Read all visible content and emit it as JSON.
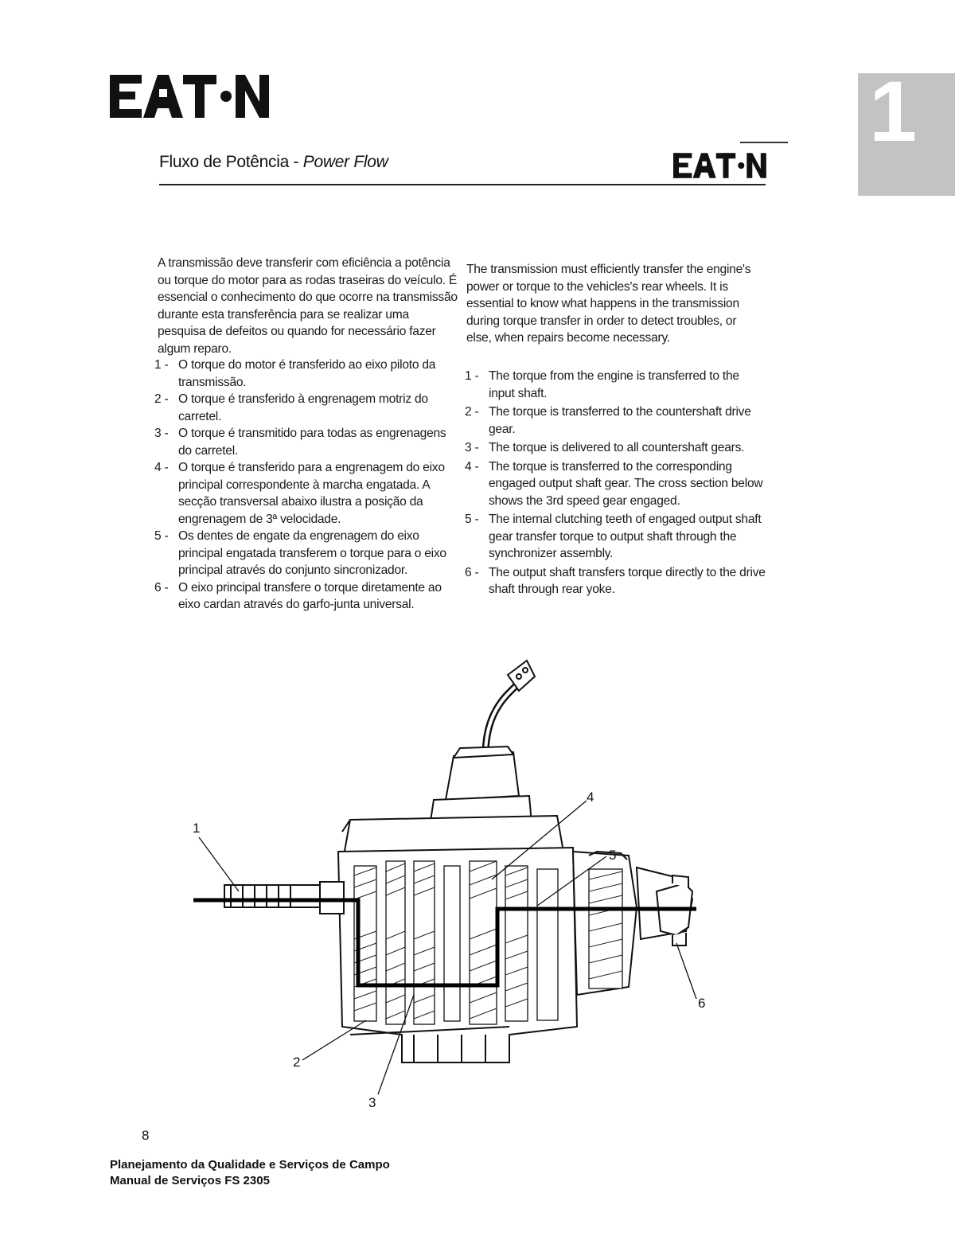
{
  "brand": {
    "logo_text": "EATON",
    "chapter_number": "1"
  },
  "header": {
    "title_pt": "Fluxo de Potência - ",
    "title_en": "Power Flow"
  },
  "intro": {
    "pt": "A transmissão deve transferir com eficiência a potência ou torque do motor para as rodas traseiras do veículo. É essencial o conhecimento do que ocorre na transmissão durante esta transferência para se realizar uma pesquisa de defeitos ou quando for necessário fazer algum reparo.",
    "en": "The transmission must efficiently transfer the engine's power or torque to the vehicles's rear wheels. It is essential to know what happens in the transmission during torque transfer in order to detect troubles, or else, when repairs become necessary."
  },
  "steps_pt": [
    {
      "num": "1 -",
      "text": "O torque do motor é transferido ao eixo piloto da transmissão."
    },
    {
      "num": "2 -",
      "text": "O torque é transferido à engrenagem motriz do carretel."
    },
    {
      "num": "3 -",
      "text": "O torque é transmitido para todas as engrenagens do carretel."
    },
    {
      "num": "4 -",
      "text": "O torque é transferido para a engrenagem do eixo principal correspondente à marcha engatada. A secção transversal abaixo ilustra a posição da engrenagem de 3ª velocidade."
    },
    {
      "num": "5 -",
      "text": "Os dentes de engate da engrenagem do eixo principal engatada transferem o torque para o eixo principal através do conjunto sincronizador."
    },
    {
      "num": "6 -",
      "text": "O eixo principal transfere o torque diretamente ao eixo cardan através do garfo-junta universal."
    }
  ],
  "steps_en": [
    {
      "num": "1 -",
      "text": "The torque from the engine is transferred to the input shaft."
    },
    {
      "num": "2 -",
      "text": "The torque is transferred to the countershaft drive gear."
    },
    {
      "num": "3 -",
      "text": "The torque is delivered to all countershaft gears."
    },
    {
      "num": "4 -",
      "text": "The torque is transferred to the corresponding engaged output shaft gear. The cross section below shows the 3rd speed gear engaged."
    },
    {
      "num": "5 -",
      "text": "The internal clutching teeth of engaged output shaft gear transfer torque to output shaft through the synchronizer assembly."
    },
    {
      "num": "6 -",
      "text": "The output shaft transfers torque directly to the drive shaft through rear yoke."
    }
  ],
  "diagram": {
    "callouts": [
      "1",
      "2",
      "3",
      "4",
      "5",
      "6"
    ]
  },
  "footer": {
    "page_number": "8",
    "line1": "Planejamento da Qualidade e Serviços de Campo",
    "line2": "Manual de Serviços FS 2305"
  }
}
